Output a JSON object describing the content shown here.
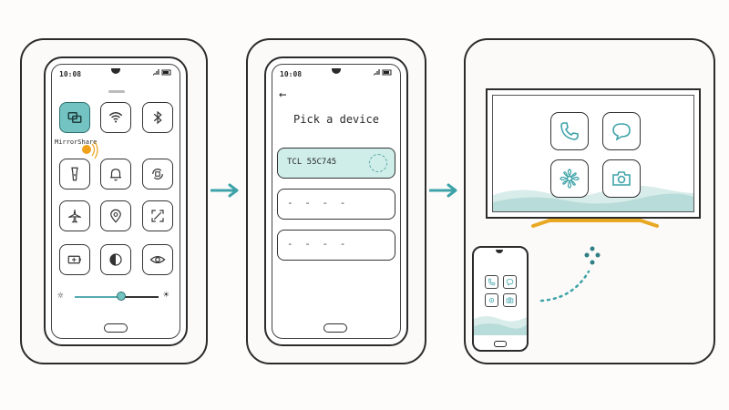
{
  "steps": {
    "step1": {
      "status_time": "10:08",
      "tiles": [
        {
          "icon": "screen-mirror-icon",
          "active": true
        },
        {
          "icon": "wifi-icon",
          "active": false
        },
        {
          "icon": "bluetooth-icon",
          "active": false
        },
        {
          "icon": "flashlight-icon",
          "active": false
        },
        {
          "icon": "bell-icon",
          "active": false
        },
        {
          "icon": "auto-rotate-icon",
          "active": false
        },
        {
          "icon": "airplane-icon",
          "active": false
        },
        {
          "icon": "location-icon",
          "active": false
        },
        {
          "icon": "screenshot-icon",
          "active": false
        },
        {
          "icon": "battery-saver-icon",
          "active": false
        },
        {
          "icon": "contrast-icon",
          "active": false
        },
        {
          "icon": "eye-comfort-icon",
          "active": false
        }
      ],
      "mirrorshare_label": "MirrorShare",
      "brightness_level": 0.55
    },
    "step2": {
      "status_time": "10:08",
      "title": "Pick a device",
      "devices": [
        {
          "name": "TCL 55C745",
          "selected": true
        },
        {
          "name": "- - - -",
          "selected": false
        },
        {
          "name": "- - - -",
          "selected": false
        }
      ]
    },
    "step3": {
      "tv_apps": [
        "phone-icon",
        "chat-icon",
        "flower-icon",
        "camera-icon"
      ]
    }
  },
  "colors": {
    "accent": "#73c3c2",
    "arrow": "#3ea3a8",
    "highlight": "#f0a21a",
    "selected_row": "#cfeeea"
  }
}
